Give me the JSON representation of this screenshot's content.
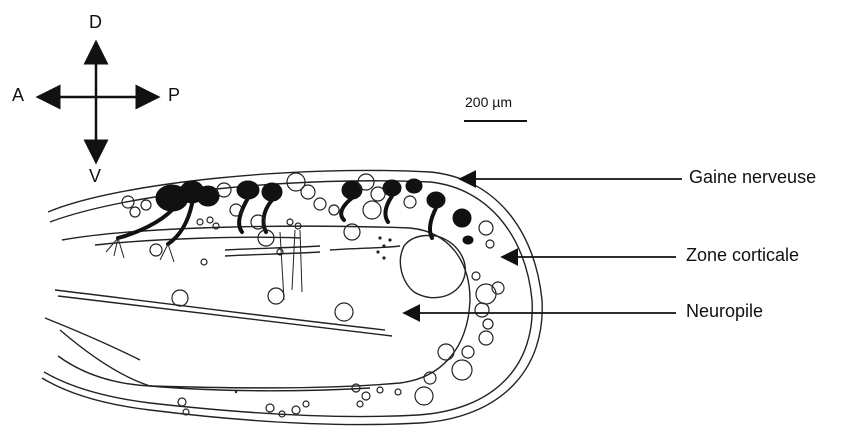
{
  "compass": {
    "dorsal": "D",
    "ventral": "V",
    "anterior": "A",
    "posterior": "P"
  },
  "scale_bar": {
    "label": "200 µm"
  },
  "annotations": {
    "sheath": "Gaine nerveuse",
    "cortex": "Zone corticale",
    "neuropil": "Neuropile"
  },
  "colors": {
    "ink": "#111111",
    "background": "#ffffff"
  }
}
